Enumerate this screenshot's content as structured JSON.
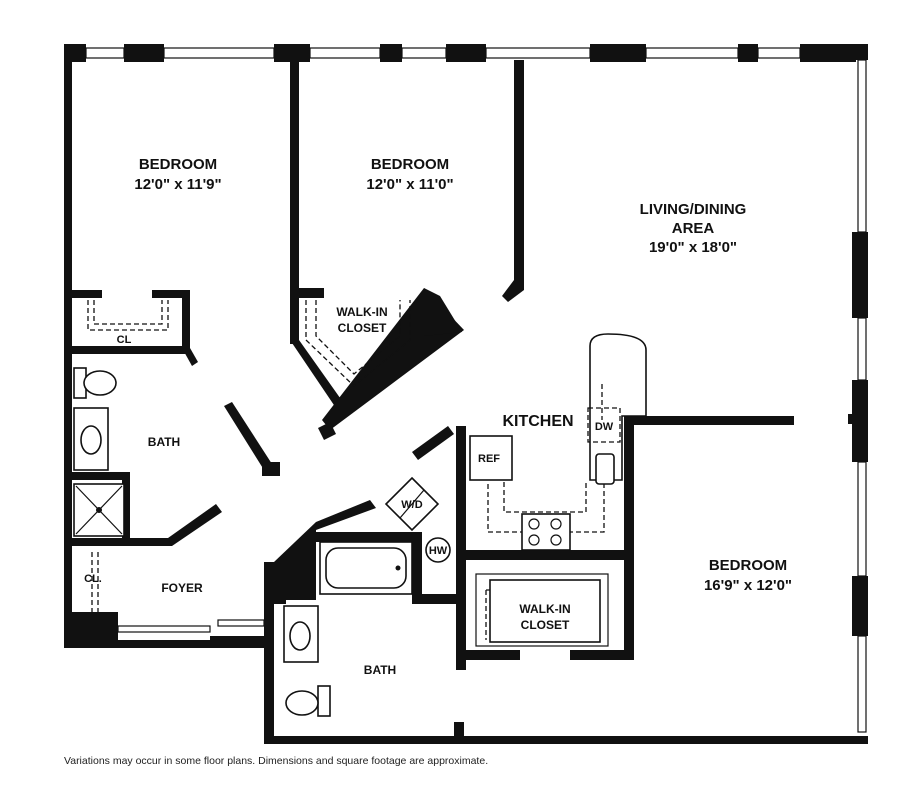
{
  "rooms": {
    "bedroom1": {
      "name": "BEDROOM",
      "dim": "12'0\" x 11'9\""
    },
    "bedroom2": {
      "name": "BEDROOM",
      "dim": "12'0\" x 11'0\""
    },
    "living": {
      "name1": "LIVING/DINING",
      "name2": "AREA",
      "dim": "19'0\" x 18'0\""
    },
    "bedroom3": {
      "name": "BEDROOM",
      "dim": "16'9\" x 12'0\""
    },
    "kitchen": {
      "name": "KITCHEN"
    },
    "bath1": {
      "name": "BATH"
    },
    "bath2": {
      "name": "BATH"
    },
    "foyer": {
      "name": "FOYER"
    },
    "walkin1": {
      "line1": "WALK-IN",
      "line2": "CLOSET"
    },
    "walkin2": {
      "line1": "WALK-IN",
      "line2": "CLOSET"
    },
    "closet1": {
      "name": "CL"
    },
    "closet2": {
      "name": "CL."
    }
  },
  "appliances": {
    "dishwasher": "DW",
    "refrigerator": "REF",
    "washer_dryer": "W/D",
    "water_heater": "HW"
  },
  "disclaimer": "Variations may occur in some floor plans. Dimensions and square footage are approximate."
}
